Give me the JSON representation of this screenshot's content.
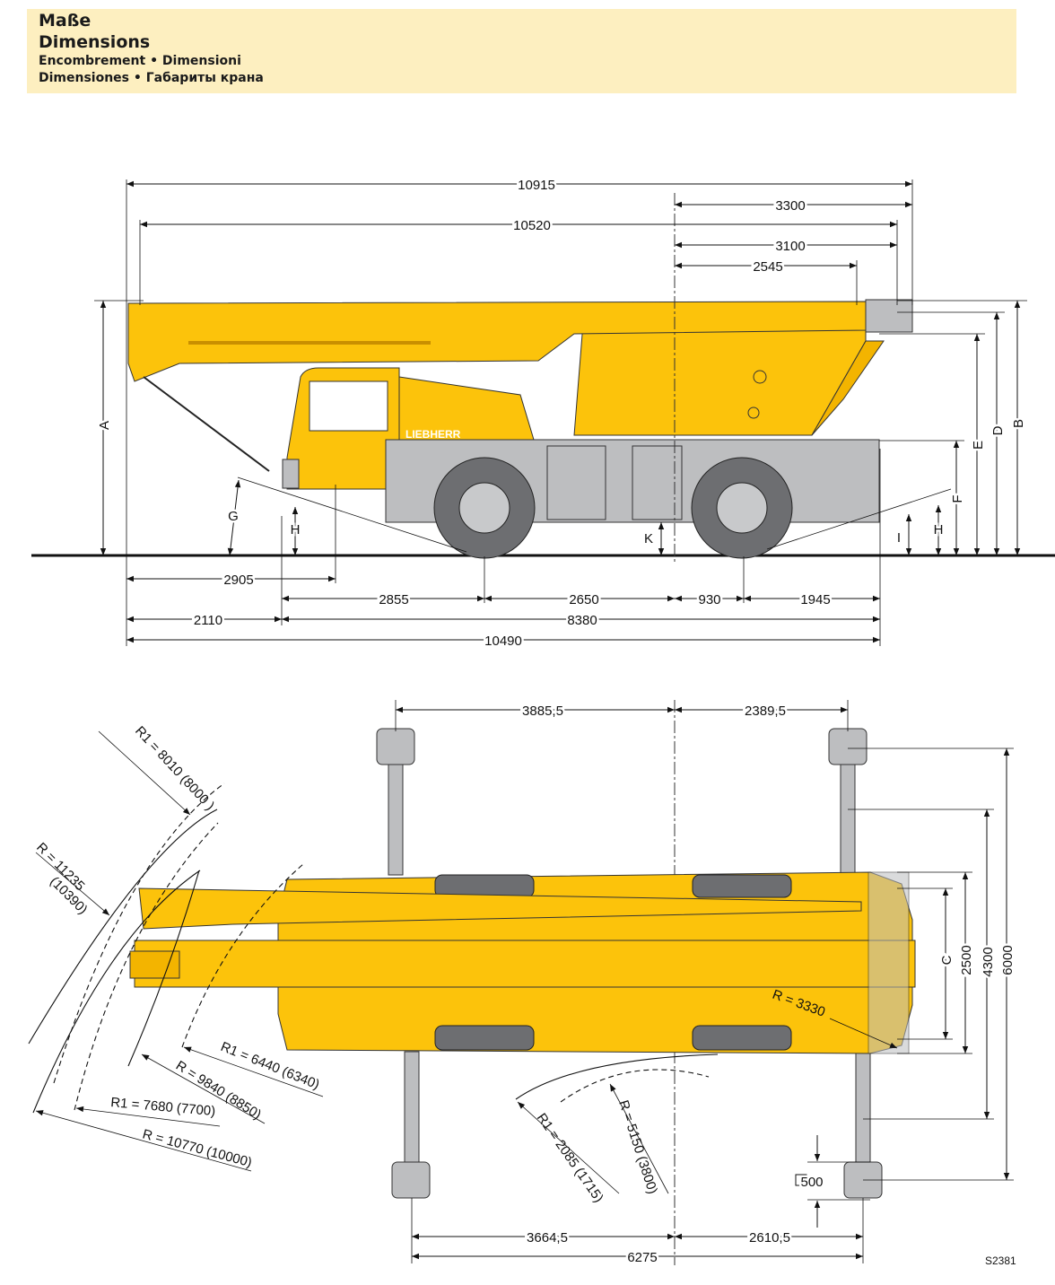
{
  "header": {
    "title_de": "Maße",
    "title_en": "Dimensions",
    "line3": "Encombrement • Dimensioni",
    "line4": "Dimensiones • Габариты крана"
  },
  "side_view": {
    "brand": "LIEBHERR",
    "dims": {
      "d10915": "10915",
      "d3300": "3300",
      "d10520": "10520",
      "d3100": "3100",
      "d2545": "2545",
      "d2905": "2905",
      "d2855": "2855",
      "d2650": "2650",
      "d930": "930",
      "d1945": "1945",
      "d2110": "2110",
      "d8380": "8380",
      "d10490": "10490"
    },
    "letters": {
      "A": "A",
      "B": "B",
      "D": "D",
      "E": "E",
      "F": "F",
      "G": "G",
      "H": "H",
      "H2": "H",
      "I": "I",
      "K": "K"
    }
  },
  "top_view": {
    "dims": {
      "d3885": "3885,5",
      "d2389": "2389,5",
      "d3664": "3664,5",
      "d2610": "2610,5",
      "d6275": "6275",
      "C": "C",
      "d2500": "2500",
      "d4300": "4300",
      "d6000": "6000",
      "d500": "500"
    },
    "radii": {
      "r1_8010": "R1 = 8010 (8000 )",
      "r_11235": "R = 11235",
      "r_11235b": "(10390)",
      "r1_6440": "R1 = 6440 (6340)",
      "r_9840": "R = 9840 (8850)",
      "r1_7680": "R1 = 7680 (7700)",
      "r_10770": "R = 10770 (10000)",
      "r_3330": "R = 3330",
      "r1_2085": "R1 = 2085 (1715)",
      "r_5150": "R = 5150 (3800)"
    }
  },
  "drawing_code": "S2381"
}
